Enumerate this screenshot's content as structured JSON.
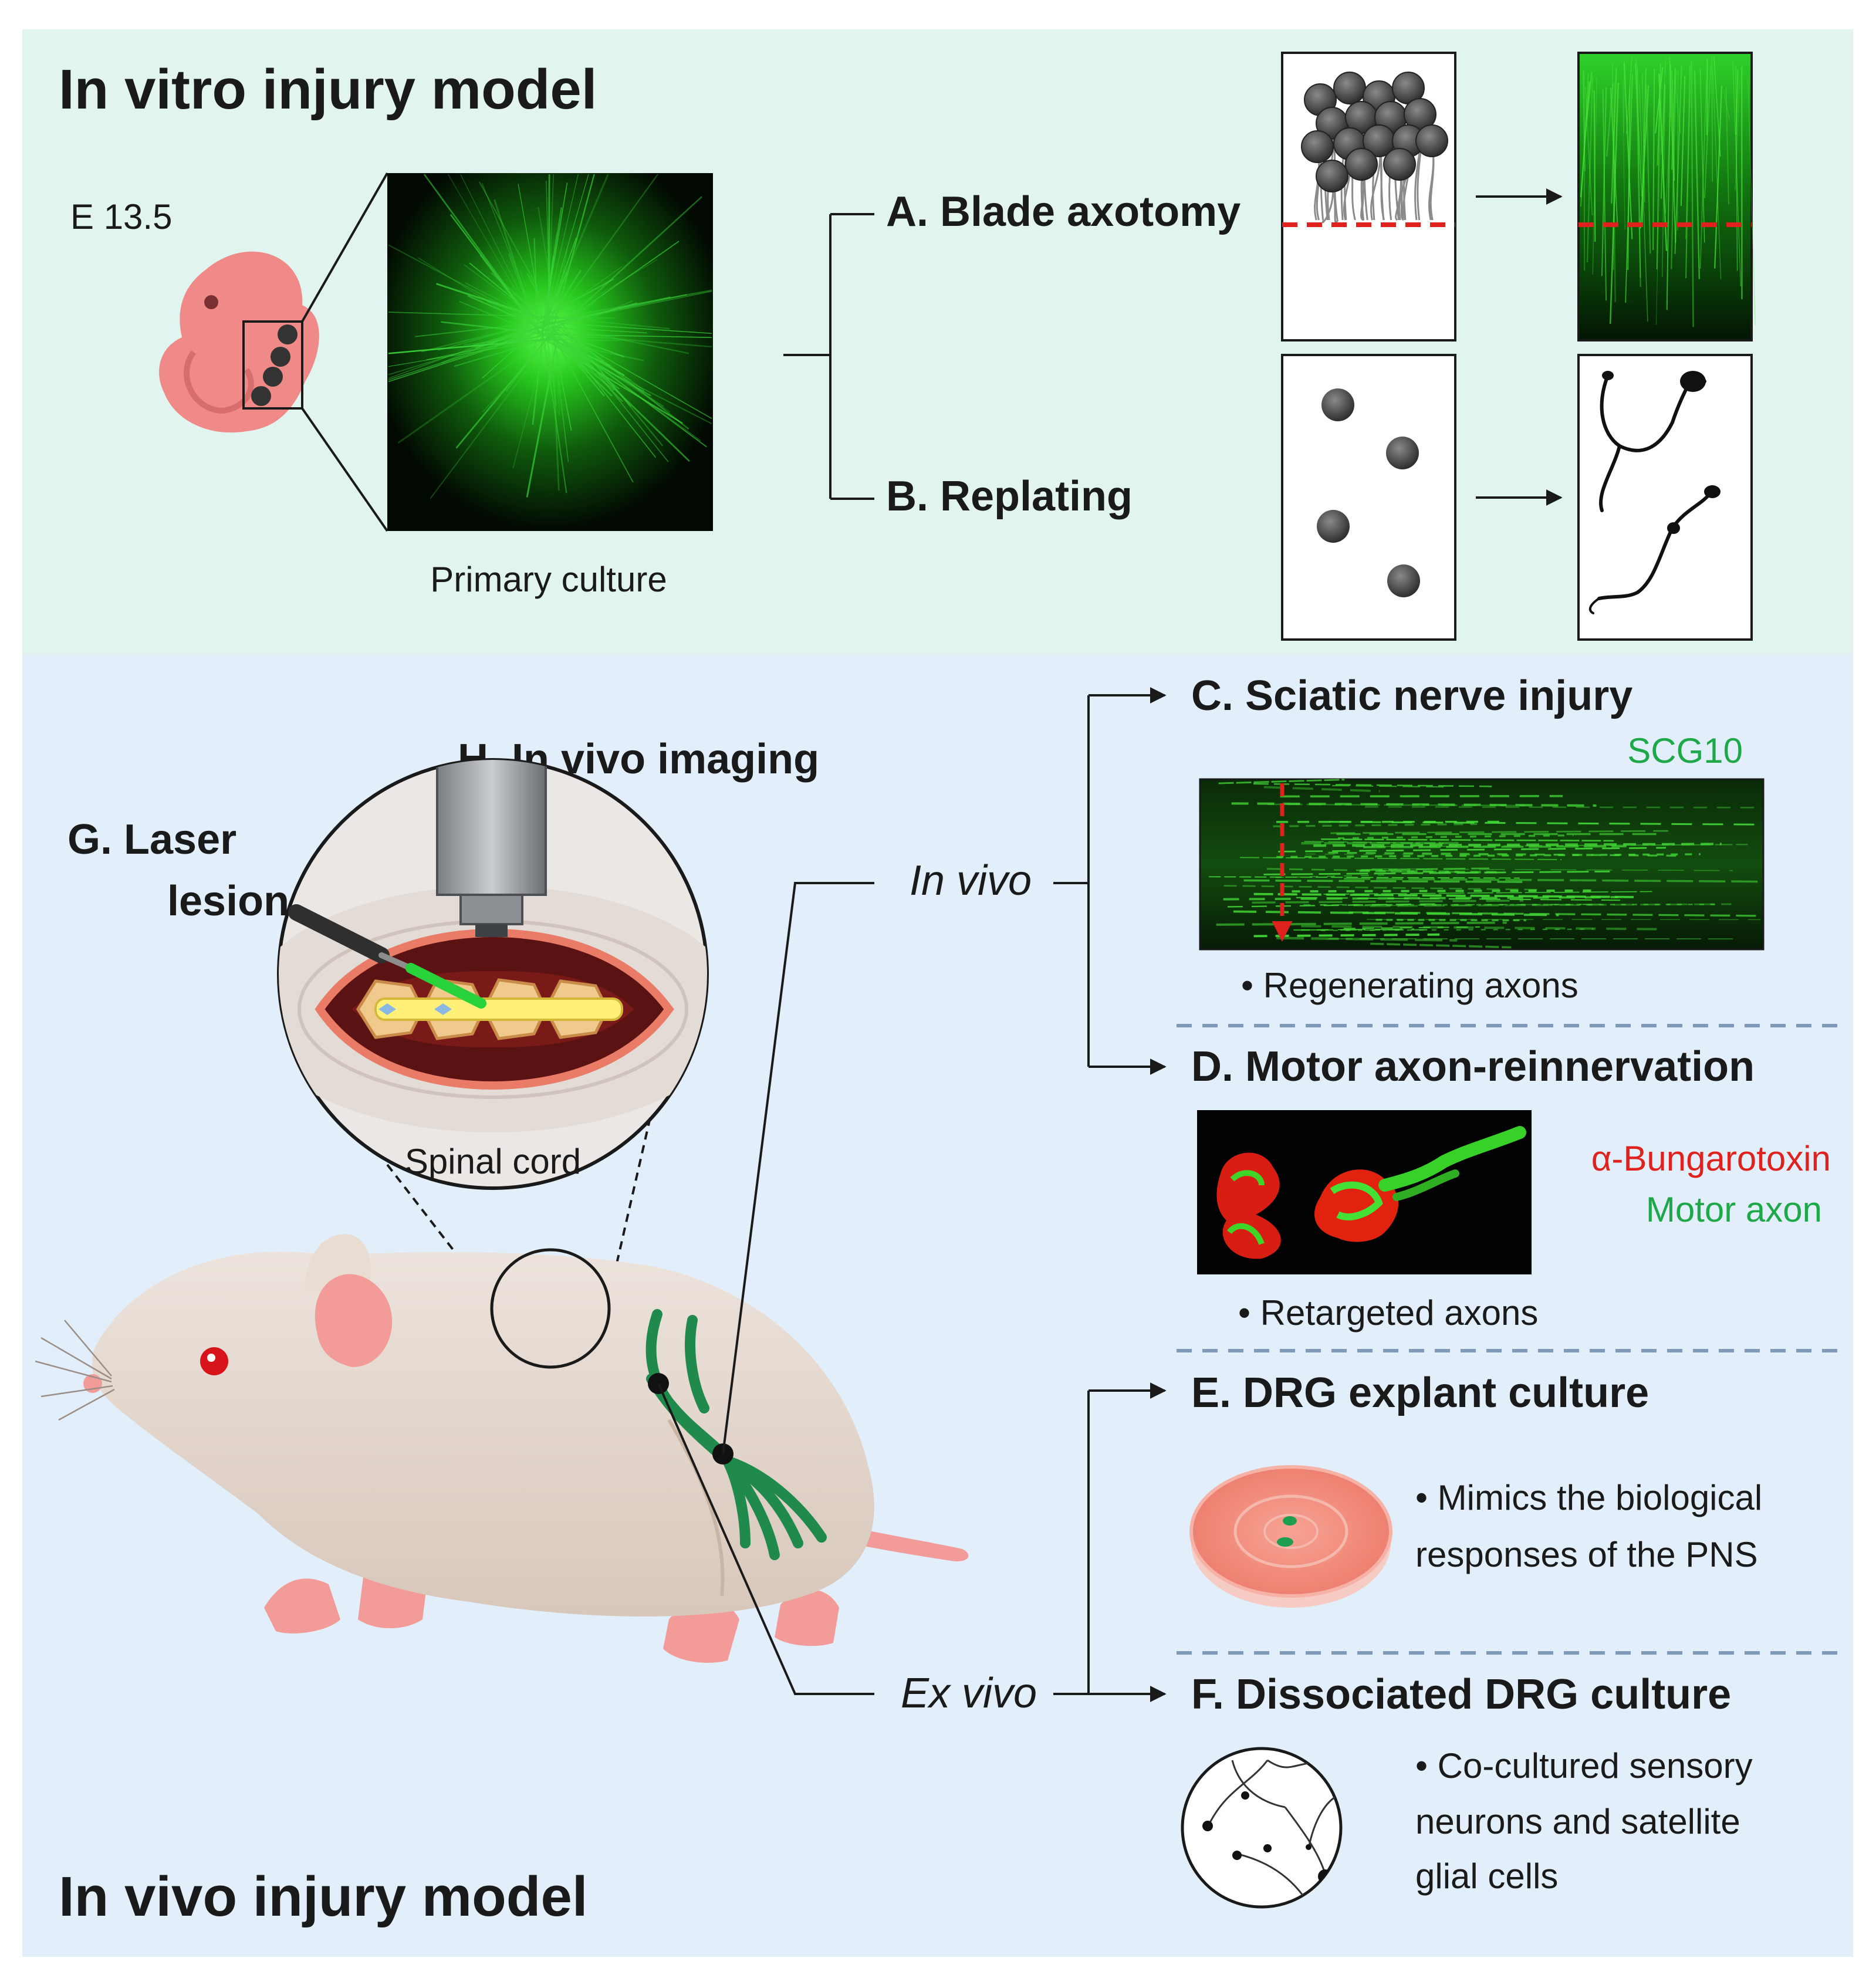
{
  "top_panel": {
    "title": "In vitro injury model",
    "embryo_stage": "E 13.5",
    "primary_culture_label": "Primary culture",
    "branch_a": "A. Blade axotomy",
    "branch_b": "B. Replating"
  },
  "bottom_panel": {
    "title": "In vivo injury model",
    "g_label_line1": "G. Laser",
    "g_label_line2": "lesion",
    "h_label": "H. In vivo imaging",
    "spinal_cord_label": "Spinal cord",
    "in_vivo_label": "In vivo",
    "ex_vivo_label": "Ex vivo",
    "c": {
      "title": "C. Sciatic nerve injury",
      "stain": "SCG10",
      "note": "• Regenerating axons"
    },
    "d": {
      "title": "D. Motor axon-reinnervation",
      "stain_red": "α-Bungarotoxin",
      "stain_green": "Motor axon",
      "note": "• Retargeted axons"
    },
    "e": {
      "title": "E. DRG explant culture",
      "note_line1": "• Mimics the biological",
      "note_line2": "responses of the PNS"
    },
    "f": {
      "title": "F. Dissociated DRG culture",
      "note_line1": "• Co-cultured sensory",
      "note_line2": "neurons and satellite",
      "note_line3": "glial cells"
    }
  },
  "colors": {
    "top_bg": "#e2f4f0",
    "bottom_bg": "#e2eef9",
    "fluorescent_green": "#2ecc2e",
    "cut_line_red": "#e0221e",
    "stain_green_text": "#1fa84a",
    "stain_red_text": "#e0221e",
    "dashed_divider": "#7f9ab8",
    "mouse_body": "#e4d8d0",
    "mouse_pink": "#f29b98",
    "embryo_pink": "#f08a88"
  }
}
